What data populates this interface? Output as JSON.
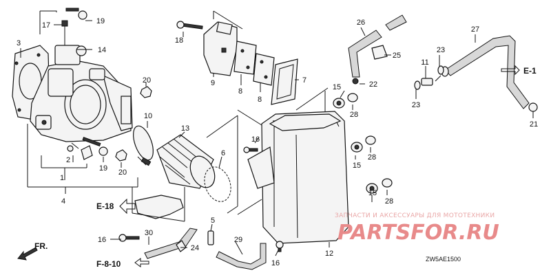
{
  "diagram": {
    "callouts": [
      {
        "id": "c1",
        "label": "1"
      },
      {
        "id": "c2",
        "label": "2"
      },
      {
        "id": "c3",
        "label": "3"
      },
      {
        "id": "c4",
        "label": "4"
      },
      {
        "id": "c5",
        "label": "5"
      },
      {
        "id": "c6",
        "label": "6"
      },
      {
        "id": "c7",
        "label": "7"
      },
      {
        "id": "c8a",
        "label": "8"
      },
      {
        "id": "c8b",
        "label": "8"
      },
      {
        "id": "c9",
        "label": "9"
      },
      {
        "id": "c10",
        "label": "10"
      },
      {
        "id": "c11",
        "label": "11"
      },
      {
        "id": "c12",
        "label": "12"
      },
      {
        "id": "c13",
        "label": "13"
      },
      {
        "id": "c14",
        "label": "14"
      },
      {
        "id": "c15a",
        "label": "15"
      },
      {
        "id": "c15b",
        "label": "15"
      },
      {
        "id": "c15c",
        "label": "15"
      },
      {
        "id": "c16a",
        "label": "16"
      },
      {
        "id": "c16b",
        "label": "16"
      },
      {
        "id": "c16c",
        "label": "16"
      },
      {
        "id": "c17",
        "label": "17"
      },
      {
        "id": "c18",
        "label": "18"
      },
      {
        "id": "c19a",
        "label": "19"
      },
      {
        "id": "c19b",
        "label": "19"
      },
      {
        "id": "c20a",
        "label": "20"
      },
      {
        "id": "c20b",
        "label": "20"
      },
      {
        "id": "c21",
        "label": "21"
      },
      {
        "id": "c22",
        "label": "22"
      },
      {
        "id": "c23a",
        "label": "23"
      },
      {
        "id": "c23b",
        "label": "23"
      },
      {
        "id": "c24",
        "label": "24"
      },
      {
        "id": "c25",
        "label": "25"
      },
      {
        "id": "c26",
        "label": "26"
      },
      {
        "id": "c27",
        "label": "27"
      },
      {
        "id": "c28a",
        "label": "28"
      },
      {
        "id": "c28b",
        "label": "28"
      },
      {
        "id": "c28c",
        "label": "28"
      },
      {
        "id": "c29",
        "label": "29"
      },
      {
        "id": "c30",
        "label": "30"
      }
    ],
    "references": {
      "e1": "E-1",
      "e18": "E-18",
      "f810": "F-8-10",
      "front": "FR."
    },
    "diagram_code": "ZW5AE1500",
    "watermark": {
      "tagline": "ЗАПЧАСТИ И АКСЕССУАРЫ ДЛЯ МОТОТЕХНИКИ",
      "brand": "PARTSFOR.RU"
    }
  }
}
